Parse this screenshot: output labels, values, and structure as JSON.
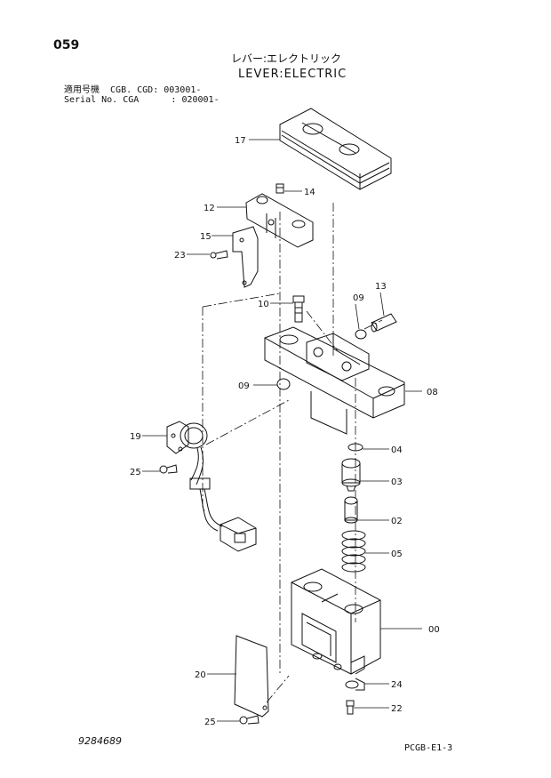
{
  "header": {
    "page_number": "059",
    "title_jp": "レバー:エレクトリック",
    "title_en": "LEVER:ELECTRIC",
    "serial_line_1": "適用号機  CGB. CGD: 003001-",
    "serial_line_2": "Serial No. CGA      : 020001-"
  },
  "callouts": [
    {
      "id": "17",
      "label": "17"
    },
    {
      "id": "14",
      "label": "14"
    },
    {
      "id": "12",
      "label": "12"
    },
    {
      "id": "15",
      "label": "15"
    },
    {
      "id": "23",
      "label": "23"
    },
    {
      "id": "10",
      "label": "10"
    },
    {
      "id": "09a",
      "label": "09"
    },
    {
      "id": "13",
      "label": "13"
    },
    {
      "id": "09b",
      "label": "09"
    },
    {
      "id": "08",
      "label": "08"
    },
    {
      "id": "19",
      "label": "19"
    },
    {
      "id": "25a",
      "label": "25"
    },
    {
      "id": "04",
      "label": "04"
    },
    {
      "id": "03",
      "label": "03"
    },
    {
      "id": "02",
      "label": "02"
    },
    {
      "id": "05",
      "label": "05"
    },
    {
      "id": "00",
      "label": "00"
    },
    {
      "id": "20",
      "label": "20"
    },
    {
      "id": "24",
      "label": "24"
    },
    {
      "id": "25b",
      "label": "25"
    },
    {
      "id": "22",
      "label": "22"
    }
  ],
  "footer": {
    "doc_number": "9284689",
    "page_code": "PCGB-E1-3"
  }
}
